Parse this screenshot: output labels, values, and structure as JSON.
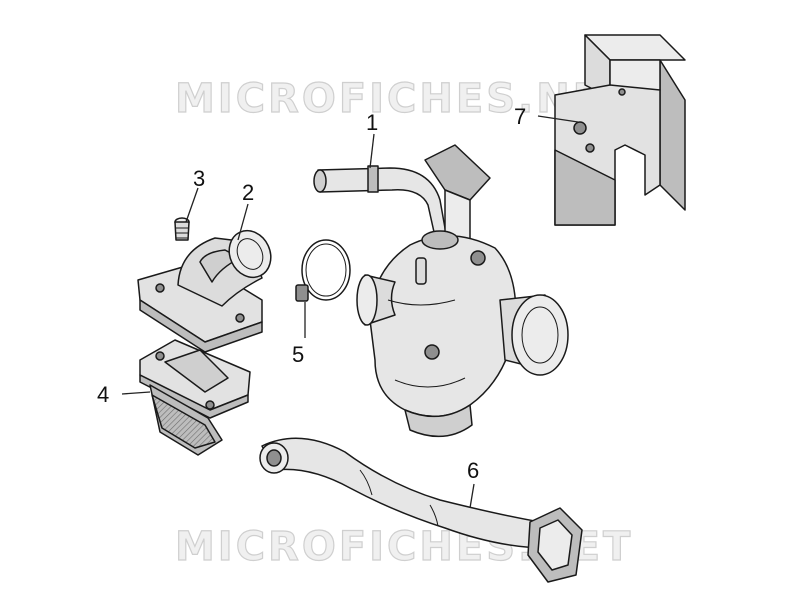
{
  "watermark": {
    "top": "MICROFICHES.NET",
    "bottom": "MICROFICHES.NET"
  },
  "callouts": [
    "1",
    "2",
    "3",
    "4",
    "5",
    "6",
    "7"
  ],
  "colors": {
    "part_fill": "#ececec",
    "part_shade": "#bdbdbd",
    "part_dark": "#8f8f8f",
    "line": "#1a1a1a"
  }
}
